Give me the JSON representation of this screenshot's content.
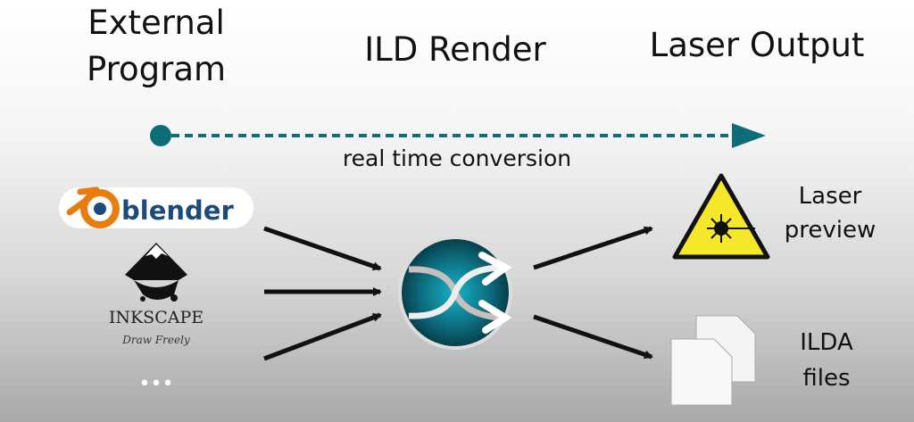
{
  "headers": {
    "external_line1": "External",
    "external_line2": "Program",
    "render": "ILD Render",
    "output": "Laser Output"
  },
  "timeline": {
    "label": "real time conversion",
    "color": "#0d6e7a"
  },
  "inputs": {
    "blender": "blender",
    "inkscape": "INKSCAPE",
    "inkscape_tagline": "Draw Freely",
    "more": "•••"
  },
  "outputs": {
    "laser_line1": "Laser",
    "laser_line2": "preview",
    "ilda_line1": "ILDA",
    "ilda_line2": "files"
  },
  "colors": {
    "blender_orange": "#e87d0d",
    "blender_blue": "#1d4a7c",
    "hub": "#0f6f80",
    "warning_yellow": "#f5e72a"
  }
}
